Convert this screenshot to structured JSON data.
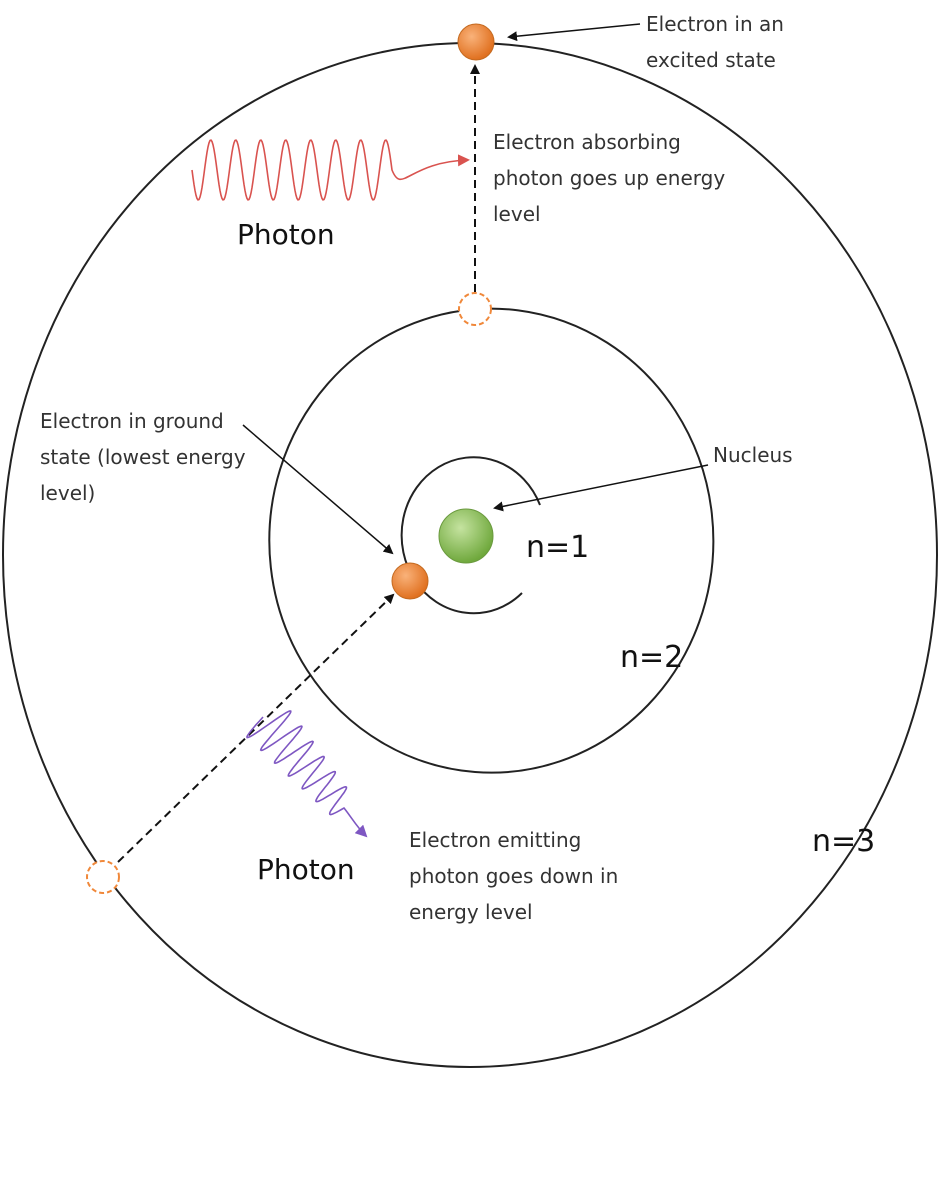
{
  "labels": {
    "excited": [
      "Electron in an",
      "excited state"
    ],
    "absorbing": [
      "Electron absorbing",
      "photon goes up energy",
      "level"
    ],
    "ground": [
      "Electron in ground",
      "state (lowest energy",
      "level)"
    ],
    "nucleus": "Nucleus",
    "emitting": [
      "Electron emitting",
      "photon goes down in",
      "energy level"
    ],
    "photon_top": "Photon",
    "photon_bottom": "Photon",
    "n1": "n=1",
    "n2": "n=2",
    "n3": "n=3"
  },
  "colors": {
    "electron": "#f0883a",
    "electron_edge": "#c46a20",
    "nucleus": "#8fc05a",
    "absorbed_photon": "#d9534f",
    "emitted_photon": "#7e57c2",
    "orbit": "#222222"
  }
}
